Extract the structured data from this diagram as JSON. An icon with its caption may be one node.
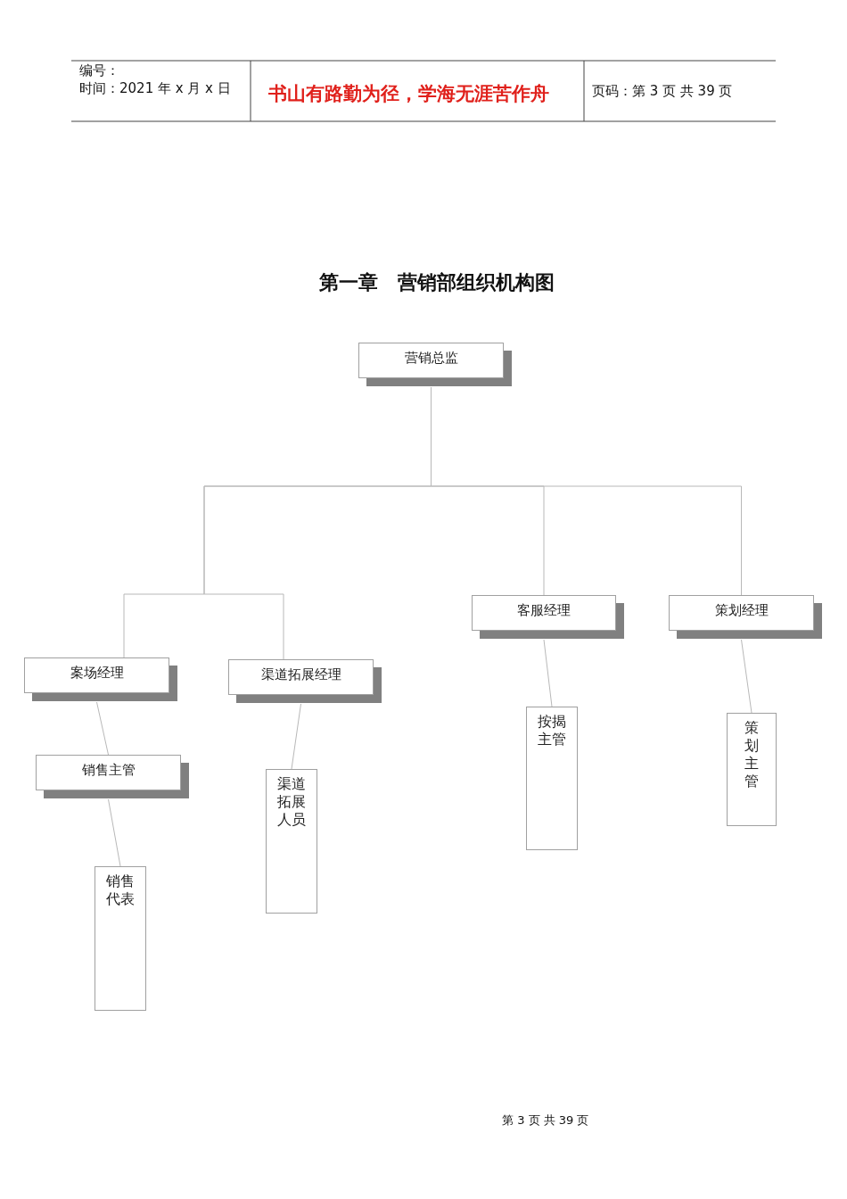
{
  "diagram": {
    "title": "第一章　营销部组织机构图",
    "nodes": [
      {
        "text": [
          "营销总监"
        ]
      },
      {
        "text": [
          "案场经理"
        ]
      },
      {
        "text": [
          "渠道拓展经理"
        ]
      },
      {
        "text": [
          "客服经理"
        ]
      },
      {
        "text": [
          "策划经理"
        ]
      },
      {
        "text": [
          "销售主管"
        ]
      },
      {
        "text": [
          "销售代表"
        ]
      },
      {
        "text": [
          "渠道拓展人员"
        ]
      },
      {
        "text": [
          "按揭主管"
        ]
      },
      {
        "text": [
          "策划主管"
        ]
      }
    ],
    "edges": [
      {
        "from": 0,
        "to": 1,
        "arrow": "none"
      },
      {
        "from": 0,
        "to": 2,
        "arrow": "none"
      },
      {
        "from": 0,
        "to": 3,
        "arrow": "none"
      },
      {
        "from": 0,
        "to": 4,
        "arrow": "none"
      },
      {
        "from": 1,
        "to": 5,
        "arrow": "none"
      },
      {
        "from": 5,
        "to": 6,
        "arrow": "none"
      },
      {
        "from": 2,
        "to": 7,
        "arrow": "none"
      },
      {
        "from": 3,
        "to": 8,
        "arrow": "none"
      },
      {
        "from": 4,
        "to": 9,
        "arrow": "none"
      }
    ],
    "labels": [
      "编号：",
      "时间：2021 年 x 月 x 日",
      "书山有路勤为径，学海无涯苦作舟",
      "页码：第 3 页 共 39 页",
      "第 3 页 共 39 页"
    ]
  }
}
